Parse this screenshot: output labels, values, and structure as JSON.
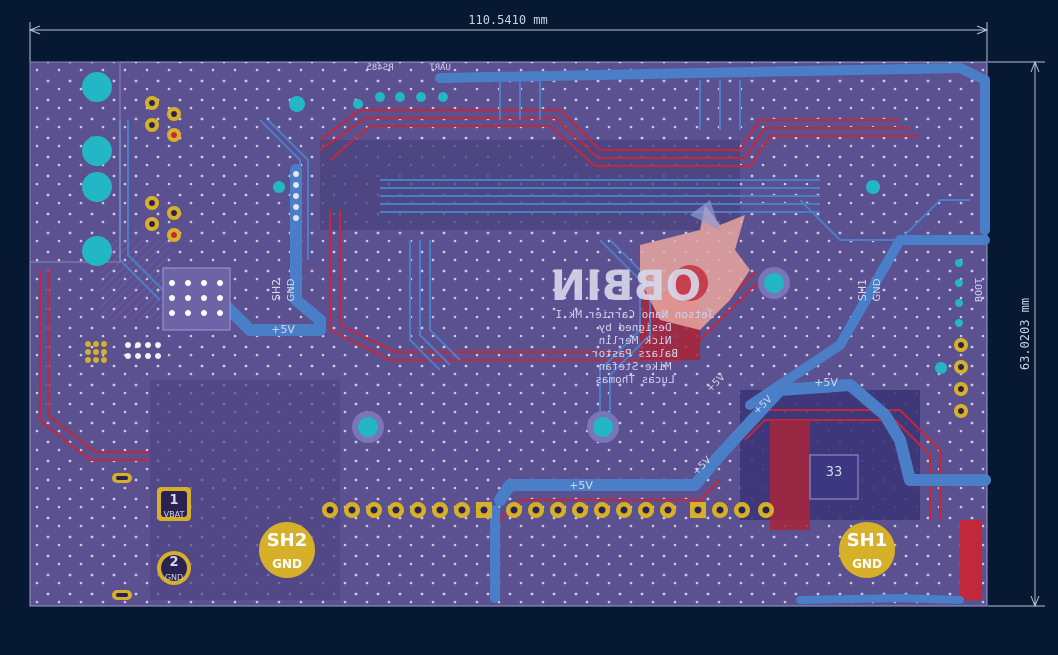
{
  "dimensions": {
    "width_label": "110.5410  mm",
    "height_label": "63.0203  mm"
  },
  "colors": {
    "background": "#061832",
    "board": "#5b5090",
    "copper_back": "#4a7fc8",
    "copper_front": "#c2283a",
    "via": "#e9e9e9",
    "mount_hole": "#23b6c4",
    "gold_pad": "#d6b028",
    "silkscreen": "#d8d8ec"
  },
  "silkscreen": {
    "top_left_text": "RS485",
    "top_left_text2": "UART",
    "logo_text": "OBBIN",
    "credits": [
      "Jetson Nano Carrier Mk I",
      "Designed by",
      "Nick Merlin",
      "Balazs Pastor",
      "Mike Stefan",
      "Lucas Thomas"
    ],
    "sh2_small": "SH2",
    "sh2_small_gnd": "GND",
    "sh1_small": "SH1",
    "sh1_small_gnd": "GND",
    "can_label": "BOOT",
    "vbat_label": "VBAT",
    "gnd_label": "GND",
    "pad1_num": "1",
    "pad2_num": "2",
    "big_sh2": "SH2",
    "big_sh2_gnd": "GND",
    "big_sh1": "SH1",
    "big_sh1_gnd": "GND",
    "chip_label": "33"
  },
  "net_labels": {
    "p5v_left": "+5V",
    "p5v_bottom": "+5V",
    "p5v_right": "+5V",
    "p5v_diag1": "+5V",
    "p5v_diag2": "+5V",
    "p5v_diag3": "+5V"
  }
}
